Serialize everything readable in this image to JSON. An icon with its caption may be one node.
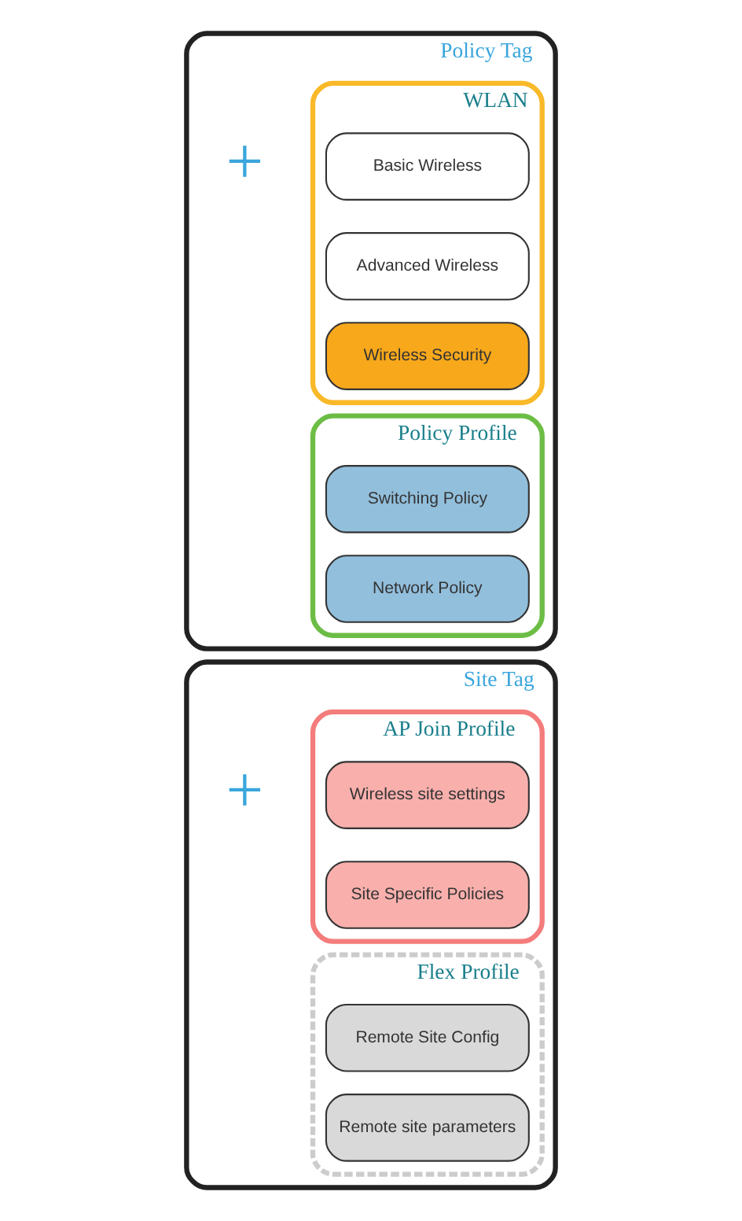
{
  "diagram": {
    "nodes": [
      {
        "text": [
          "Policy Tag"
        ]
      },
      {
        "text": [
          "WLAN"
        ],
        "in": 0
      },
      {
        "text": [
          "Basic Wireless"
        ],
        "in": 1
      },
      {
        "text": [
          "Advanced Wireless"
        ],
        "in": 1
      },
      {
        "text": [
          "Wireless Security"
        ],
        "in": 1
      },
      {
        "text": [
          "Policy Profile"
        ],
        "in": 0
      },
      {
        "text": [
          "Switching Policy"
        ],
        "in": 5
      },
      {
        "text": [
          "Network Policy"
        ],
        "in": 5
      },
      {
        "text": [
          "Site Tag"
        ]
      },
      {
        "text": [
          "AP Join Profile"
        ],
        "in": 8
      },
      {
        "text": [
          "Wireless site settings"
        ],
        "in": 9
      },
      {
        "text": [
          "Site Specific Policies"
        ],
        "in": 9
      },
      {
        "text": [
          "Flex Profile"
        ],
        "in": 8
      },
      {
        "text": [
          "Remote Site Config"
        ],
        "in": 12
      },
      {
        "text": [
          "Remote site parameters"
        ],
        "in": 12
      }
    ],
    "edges": [],
    "labels": [
      "+",
      "+"
    ]
  }
}
